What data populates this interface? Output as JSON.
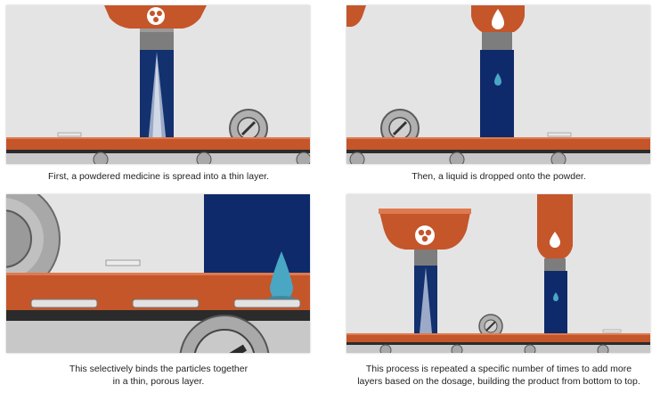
{
  "captions": {
    "step1": "First, a powdered medicine is spread into a thin layer.",
    "step2": "Then, a liquid is dropped onto the powder.",
    "step3_line1": "This selectively binds the particles together",
    "step3_line2": "in a thin, porous layer.",
    "step4_line1": "This process is repeated a specific number of times to add more",
    "step4_line2": "layers based on the dosage, building the product from bottom to top."
  },
  "colors": {
    "orange": "#c4562a",
    "navy": "#0f2a6a",
    "liquid": "#4aa7c4",
    "background": "#e4e4e4"
  },
  "icons": [
    "powder-dispenser-icon",
    "liquid-dropper-icon",
    "spreader-roller-icon",
    "droplet-icon"
  ]
}
